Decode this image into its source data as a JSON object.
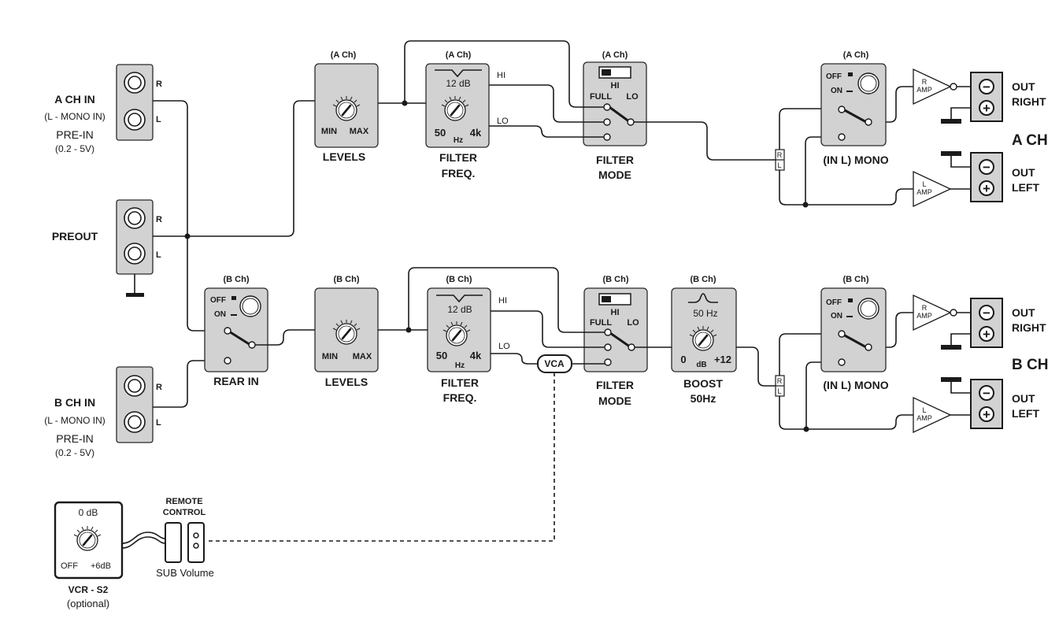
{
  "inputs": {
    "a_ch_in": {
      "title": "A CH IN",
      "subtitle": "(L - MONO IN)",
      "pre_in": "PRE-IN",
      "range": "(0.2 - 5V)"
    },
    "preout": {
      "title": "PREOUT"
    },
    "b_ch_in": {
      "title": "B CH IN",
      "subtitle": "(L - MONO IN)",
      "pre_in": "PRE-IN",
      "range": "(0.2 - 5V)"
    },
    "r": "R",
    "l": "L"
  },
  "a_channel": {
    "tag": "(A Ch)",
    "levels": {
      "min": "MIN",
      "max": "MAX",
      "label": "LEVELS"
    },
    "filter_freq": {
      "slope": "12 dB",
      "min": "50",
      "max": "4k",
      "unit": "Hz",
      "label1": "FILTER",
      "label2": "FREQ.",
      "hi": "HI",
      "lo": "LO"
    },
    "filter_mode": {
      "hi": "HI",
      "full": "FULL",
      "lo": "LO",
      "label1": "FILTER",
      "label2": "MODE"
    },
    "mono": {
      "off": "OFF",
      "on": "ON",
      "label": "(IN L) MONO"
    },
    "r_amp": {
      "letter": "R",
      "amp": "AMP"
    },
    "l_amp": {
      "letter": "L",
      "amp": "AMP"
    },
    "out_right": {
      "line1": "OUT",
      "line2": "RIGHT"
    },
    "out_left": {
      "line1": "OUT",
      "line2": "LEFT"
    },
    "channel_label": "A CH",
    "rl_r": "R",
    "rl_l": "L"
  },
  "b_channel": {
    "tag": "(B Ch)",
    "rear_in": {
      "off": "OFF",
      "on": "ON",
      "label": "REAR IN"
    },
    "levels": {
      "min": "MIN",
      "max": "MAX",
      "label": "LEVELS"
    },
    "filter_freq": {
      "slope": "12 dB",
      "min": "50",
      "max": "4k",
      "unit": "Hz",
      "label1": "FILTER",
      "label2": "FREQ.",
      "hi": "HI",
      "lo": "LO"
    },
    "vca": "VCA",
    "filter_mode": {
      "hi": "HI",
      "full": "FULL",
      "lo": "LO",
      "label1": "FILTER",
      "label2": "MODE"
    },
    "boost": {
      "freq": "50 Hz",
      "min": "0",
      "unit": "dB",
      "max": "+12",
      "label1": "BOOST",
      "label2": "50Hz"
    },
    "mono": {
      "off": "OFF",
      "on": "ON",
      "label": "(IN L) MONO"
    },
    "r_amp": {
      "letter": "R",
      "amp": "AMP"
    },
    "l_amp": {
      "letter": "L",
      "amp": "AMP"
    },
    "out_right": {
      "line1": "OUT",
      "line2": "RIGHT"
    },
    "out_left": {
      "line1": "OUT",
      "line2": "LEFT"
    },
    "channel_label": "B CH",
    "rl_r": "R",
    "rl_l": "L"
  },
  "remote": {
    "knob_top": "0 dB",
    "knob_min": "OFF",
    "knob_max": "+6dB",
    "model": "VCR - S2",
    "optional": "(optional)",
    "remote_control_1": "REMOTE",
    "remote_control_2": "CONTROL",
    "sub_volume": "SUB Volume"
  },
  "symbols": {
    "minus": "−",
    "plus": "+"
  },
  "icons": [
    "rca-jack-icon",
    "knob-icon",
    "lowpass-curve-icon",
    "peak-curve-icon",
    "slide-switch-icon",
    "push-button-icon",
    "amplifier-triangle-icon",
    "ground-icon"
  ]
}
